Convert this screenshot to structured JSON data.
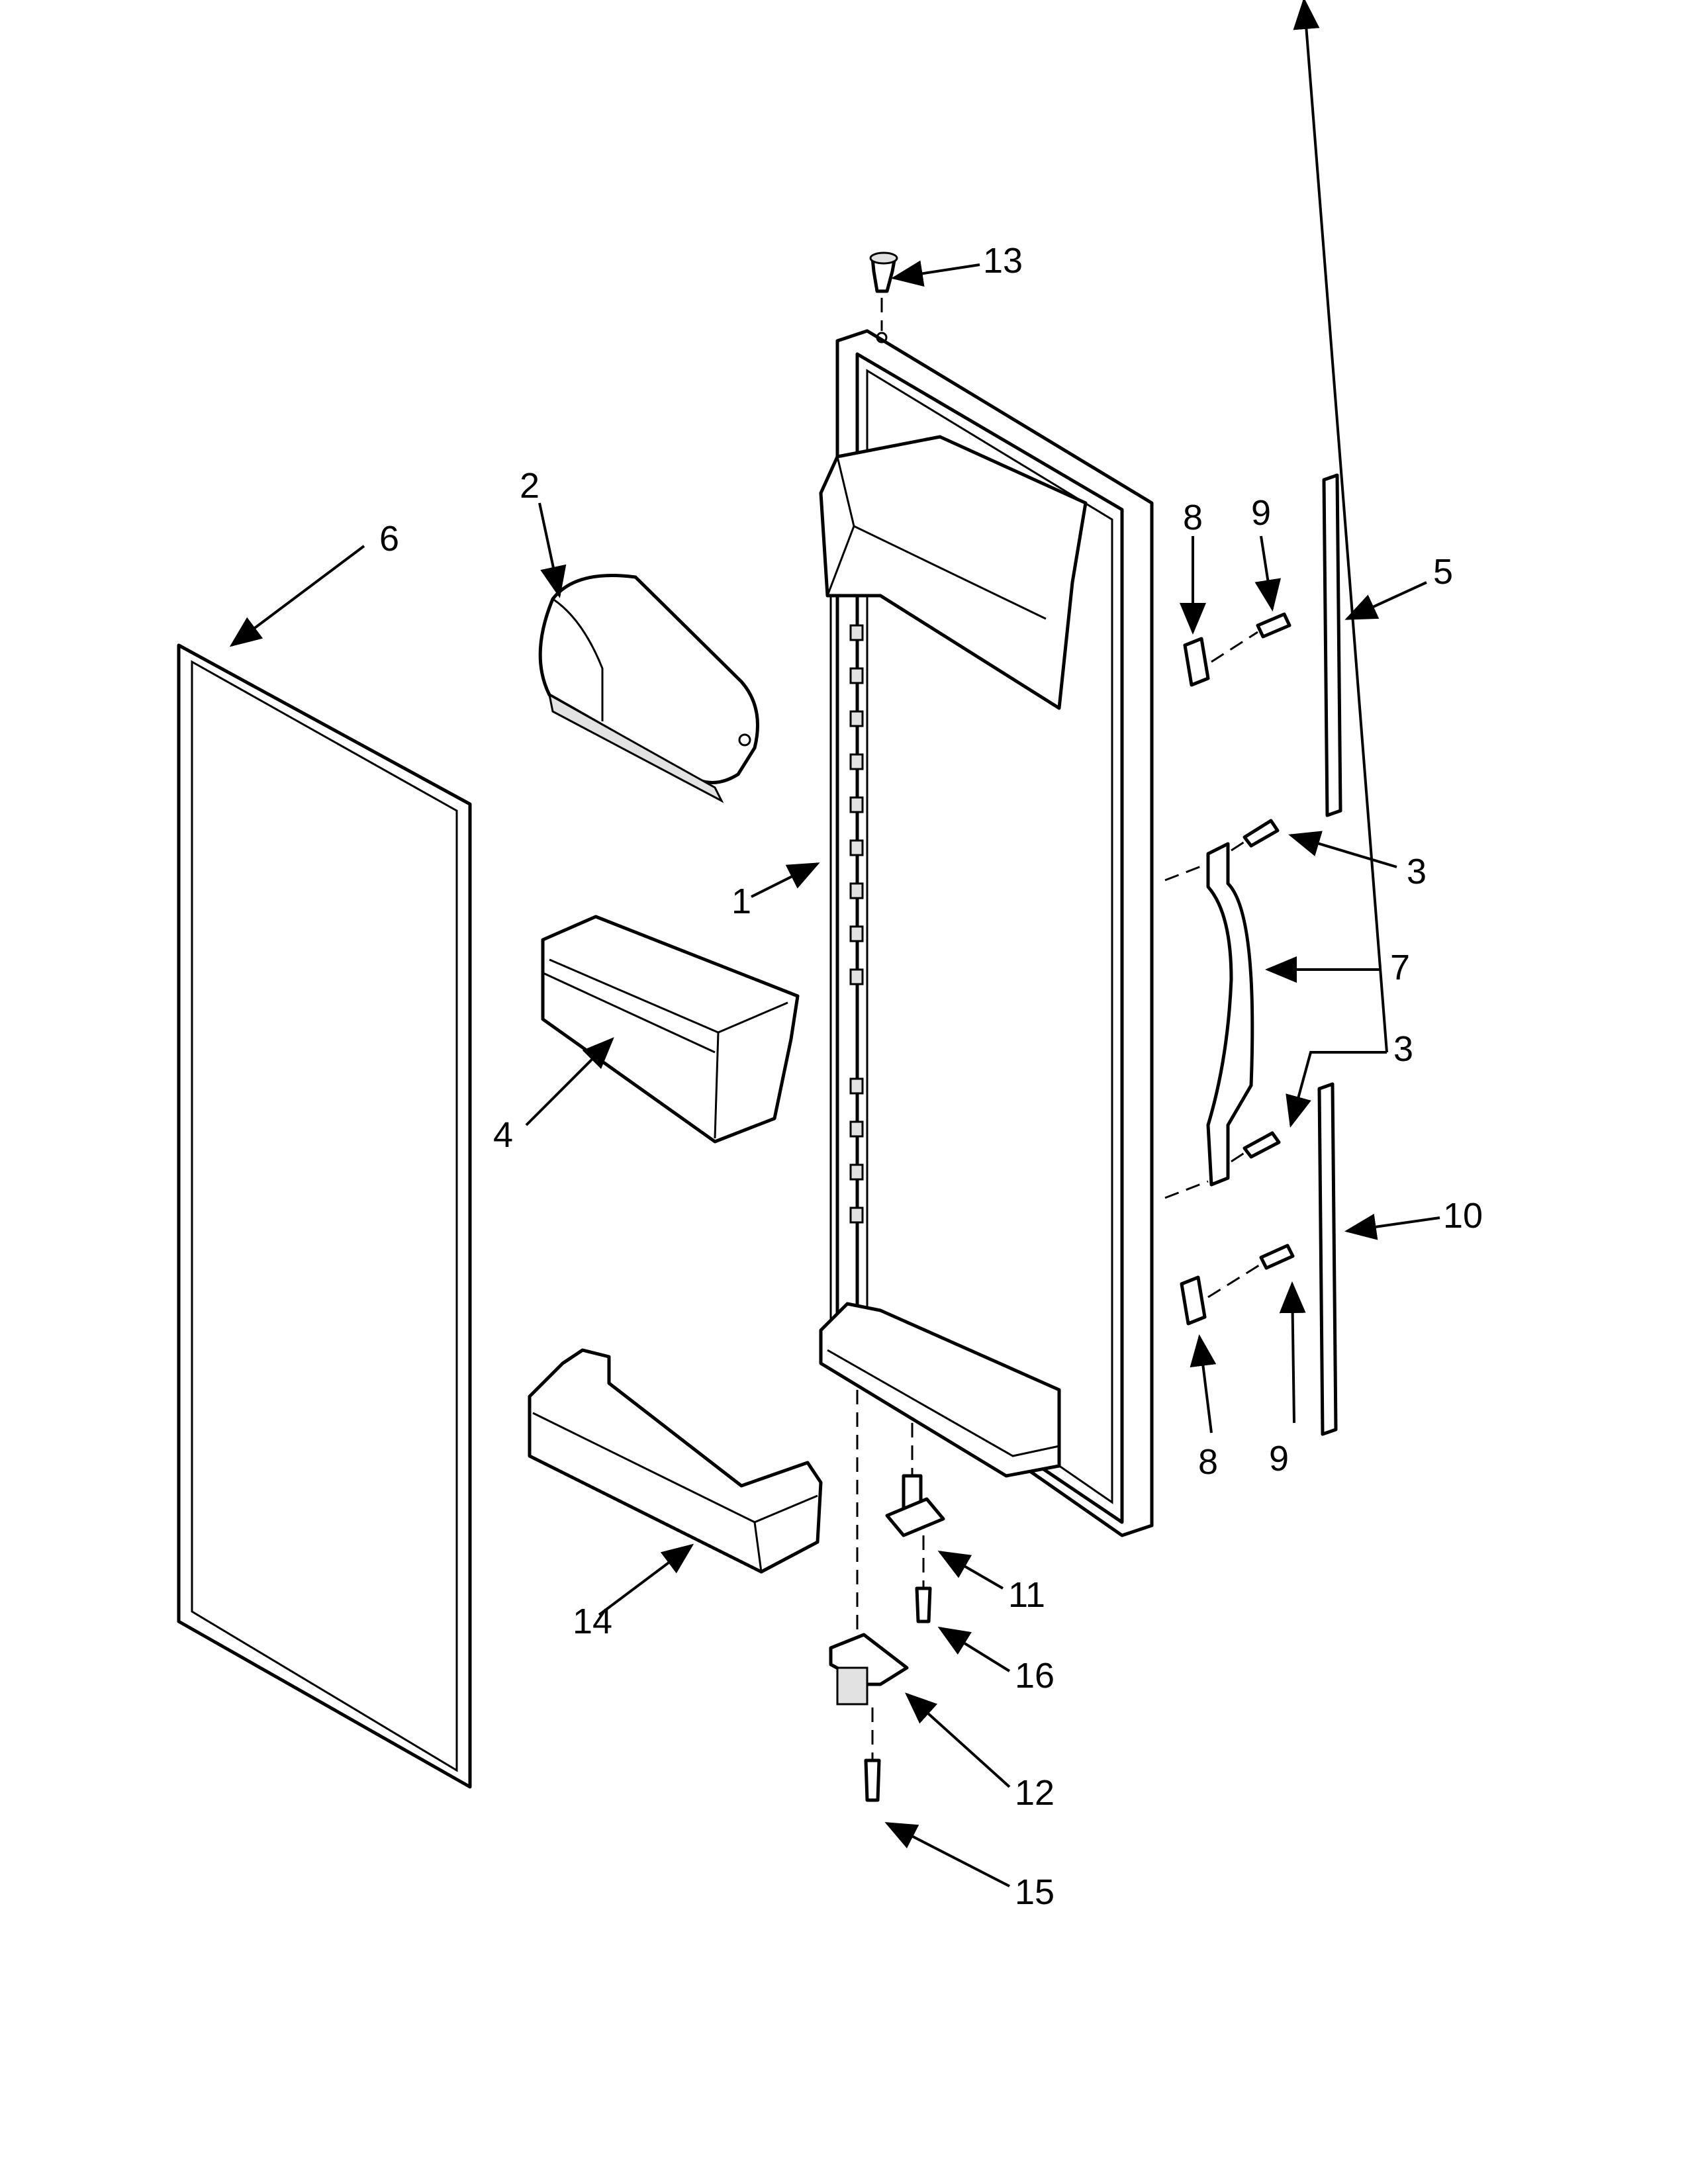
{
  "diagram": {
    "parts": [
      {
        "id": "1",
        "label": "1"
      },
      {
        "id": "2",
        "label": "2"
      },
      {
        "id": "3",
        "label": "3"
      },
      {
        "id": "3b",
        "label": "3"
      },
      {
        "id": "4",
        "label": "4"
      },
      {
        "id": "5",
        "label": "5"
      },
      {
        "id": "6",
        "label": "6"
      },
      {
        "id": "7",
        "label": "7"
      },
      {
        "id": "8",
        "label": "8"
      },
      {
        "id": "8b",
        "label": "8"
      },
      {
        "id": "9",
        "label": "9"
      },
      {
        "id": "9b",
        "label": "9"
      },
      {
        "id": "10",
        "label": "10"
      },
      {
        "id": "11",
        "label": "11"
      },
      {
        "id": "12",
        "label": "12"
      },
      {
        "id": "13",
        "label": "13"
      },
      {
        "id": "14",
        "label": "14"
      },
      {
        "id": "15",
        "label": "15"
      },
      {
        "id": "16",
        "label": "16"
      }
    ]
  }
}
